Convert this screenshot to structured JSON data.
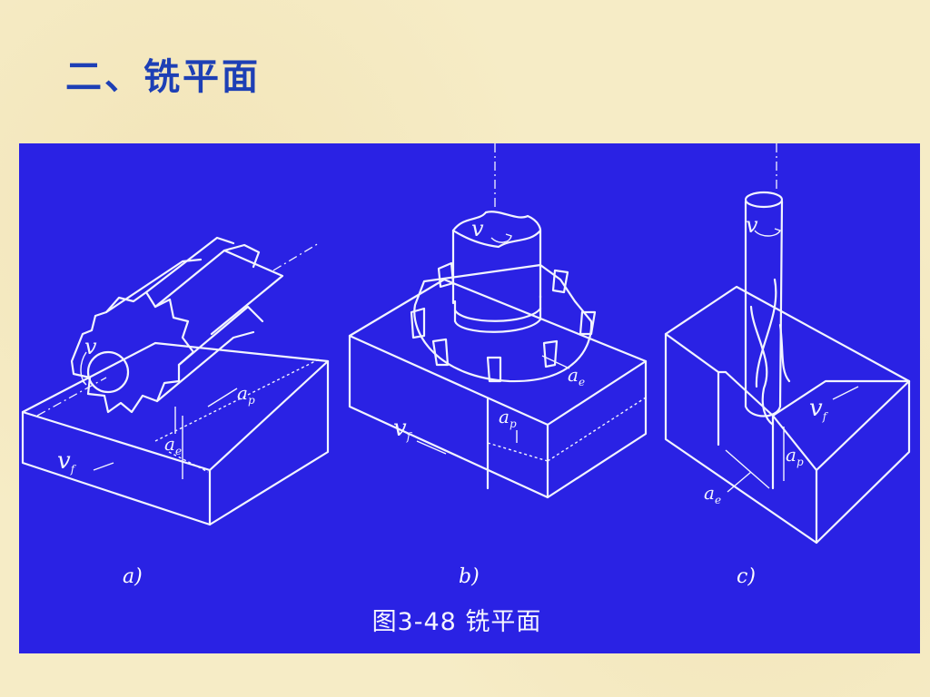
{
  "slide": {
    "title": "二、铣平面"
  },
  "figure": {
    "caption": "图3-48 铣平面",
    "panels": [
      {
        "label": "a)",
        "labels": {
          "v": "v",
          "vf": "v",
          "vf_sub": "f",
          "ap": "a",
          "ap_sub": "p",
          "ae": "a",
          "ae_sub": "e"
        }
      },
      {
        "label": "b)",
        "labels": {
          "v": "v",
          "vf": "v",
          "vf_sub": "f",
          "ap": "a",
          "ap_sub": "p",
          "ae": "a",
          "ae_sub": "e"
        }
      },
      {
        "label": "c)",
        "labels": {
          "v": "v",
          "vf": "v",
          "vf_sub": "f",
          "ap": "a",
          "ap_sub": "p",
          "ae": "a",
          "ae_sub": "e"
        }
      }
    ]
  },
  "colors": {
    "background": "#f6ecc6",
    "panel": "#2a22e4",
    "title": "#1d3fb5",
    "line": "#f2f4ff"
  }
}
